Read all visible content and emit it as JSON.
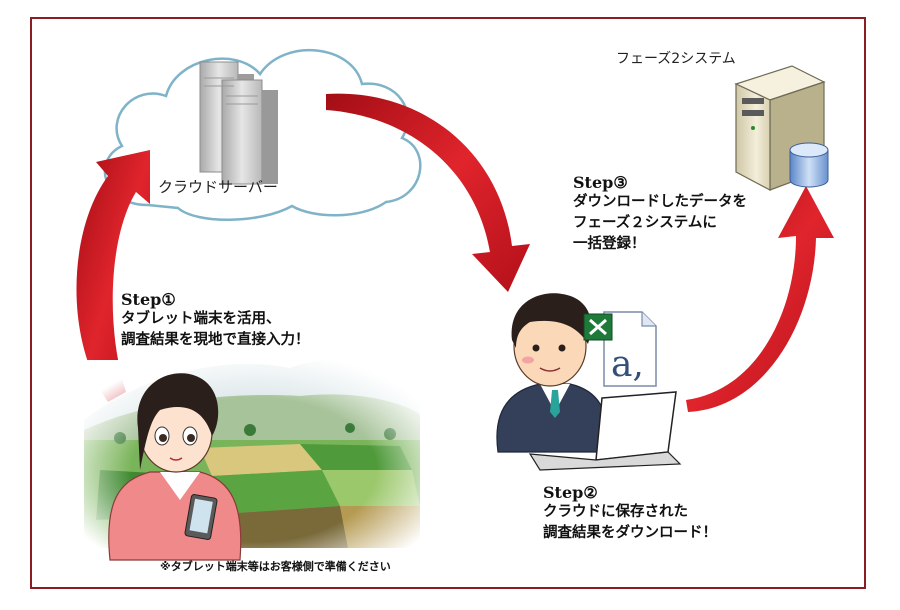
{
  "cloud": {
    "server_label": "クラウドサーバー"
  },
  "phase2": {
    "system_label": "フェーズ2システム"
  },
  "steps": [
    {
      "title": "Step①",
      "lines": [
        "タブレット端末を活用、",
        "調査結果を現地で直接入力！"
      ]
    },
    {
      "title": "Step②",
      "lines": [
        "クラウドに保存された",
        "調査結果をダウンロード！"
      ]
    },
    {
      "title": "Step③",
      "lines": [
        "ダウンロードしたデータを",
        "フェーズ２システムに",
        "一括登録！"
      ]
    }
  ],
  "note": "※タブレット端末等はお客様側で準備ください",
  "file_icon_letter": "a,",
  "colors": {
    "frame": "#8a1d22",
    "arrow": "#c8141e",
    "cloud_stroke": "#7fb3c8",
    "server": "#c9c9c9",
    "phase2_server": "#e9e1c4"
  },
  "icons": [
    "cloud-icon",
    "server-rack-icon",
    "tower-server-icon",
    "database-icon",
    "excel-file-icon",
    "word-file-icon",
    "laptop-icon"
  ]
}
